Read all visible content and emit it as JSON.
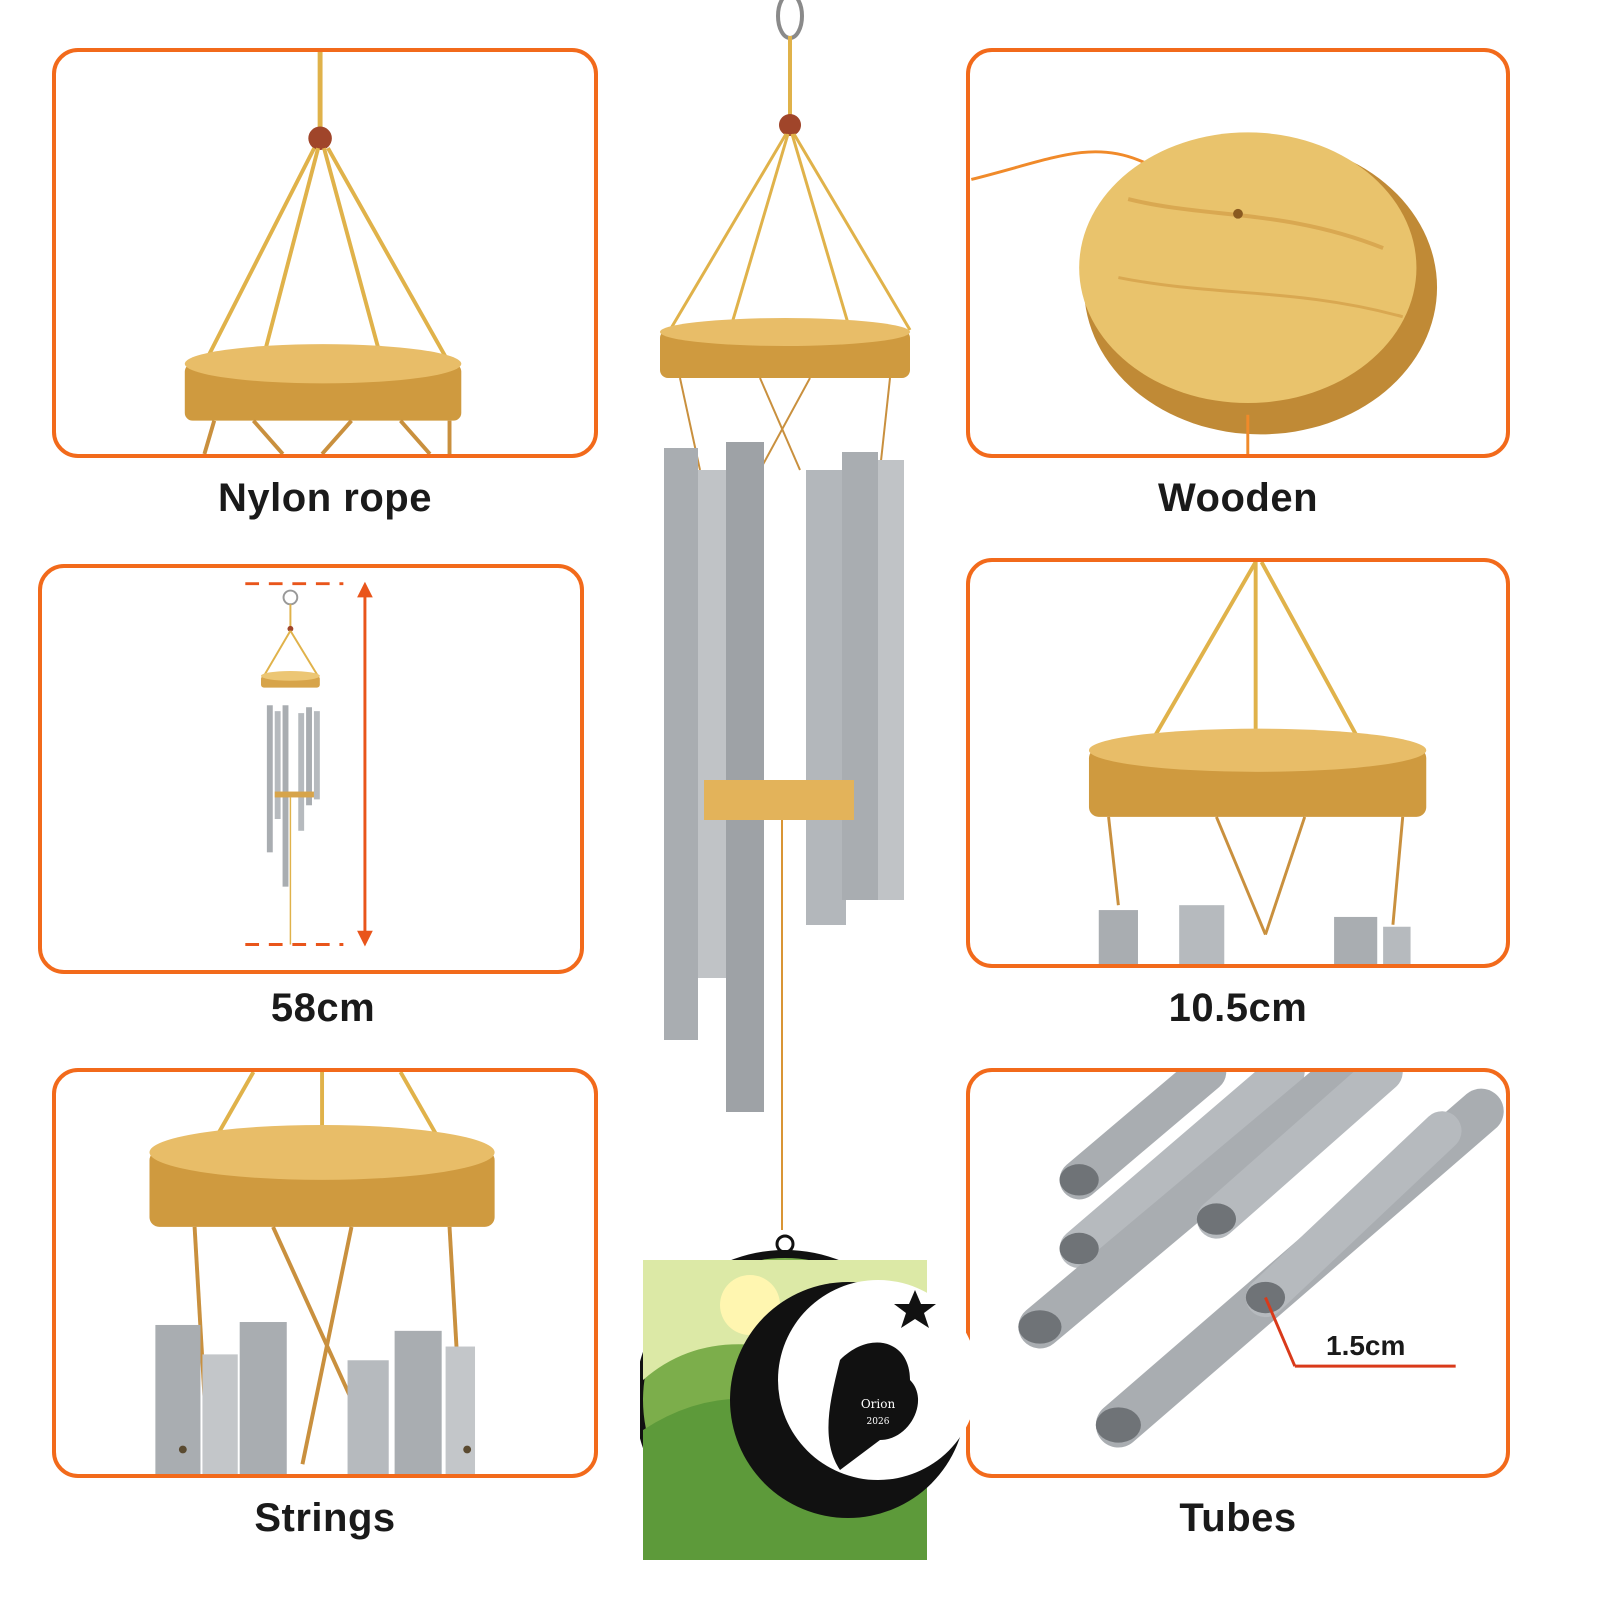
{
  "captions": {
    "nylon_rope": "Nylon rope",
    "wooden": "Wooden",
    "length": "58cm",
    "diameter": "10.5cm",
    "strings": "Strings",
    "tubes": "Tubes"
  },
  "tube_label": "1.5cm",
  "medallion": {
    "name": "Orion",
    "year": "2026"
  },
  "colors": {
    "border": "#f26a1b",
    "wood": "#e3b35a",
    "rope": "#e0b24a",
    "metal": "#a9adb1"
  }
}
